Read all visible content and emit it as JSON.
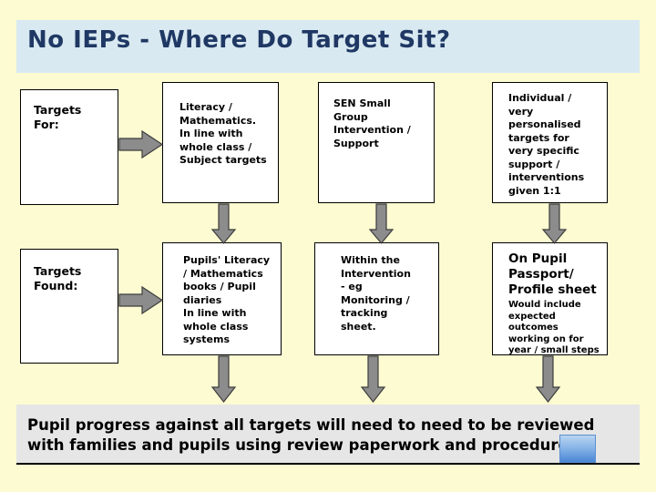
{
  "slide": {
    "background_color": "#fdfbd2",
    "title": "No IEPs - Where Do Target Sit?",
    "title_banner_color": "#d9e9f1",
    "title_text_color": "#1f3864"
  },
  "flow": {
    "row1": {
      "label": "Targets For:",
      "cells": [
        {
          "name": "targets-for",
          "text": "Targets\nFor:"
        },
        {
          "name": "literacy-mathematics",
          "text": "Literacy /\nMathematics.\nIn line with\nwhole class /\nSubject targets"
        },
        {
          "name": "sen-small-group",
          "text": "SEN Small\nGroup\nIntervention /\nSupport"
        },
        {
          "name": "individual-personalised",
          "text": "Individual /\nvery\npersonalised\ntargets for\nvery specific\nsupport /\ninterventions\ngiven 1:1"
        }
      ]
    },
    "row2": {
      "label": "Targets Found:",
      "cells": [
        {
          "name": "targets-found",
          "text": "Targets\nFound:"
        },
        {
          "name": "pupil-books-diaries",
          "text": "Pupils' Literacy\n/ Mathematics\nbooks / Pupil\ndiaries\nIn line with\nwhole class\nsystems"
        },
        {
          "name": "within-intervention",
          "text": "Within the\nIntervention\n- eg\nMonitoring /\ntracking\nsheet."
        },
        {
          "name": "pupil-passport",
          "heading": "On Pupil\nPassport/\nProfile sheet",
          "subtext": "Would include\nexpected outcomes\nworking on for\nyear / small steps"
        }
      ]
    }
  },
  "arrows": {
    "color": "#808080",
    "outline": "#404040",
    "right_arrow_count": 2,
    "down_arrow_count": 6
  },
  "footer": {
    "background_color": "#e6e6e6",
    "text": "Pupil progress against all targets will need to need to be reviewed with families and pupils using review paperwork and procedures",
    "period": ".",
    "period_color": "#b03030",
    "chip_color": "#4a86d4"
  }
}
